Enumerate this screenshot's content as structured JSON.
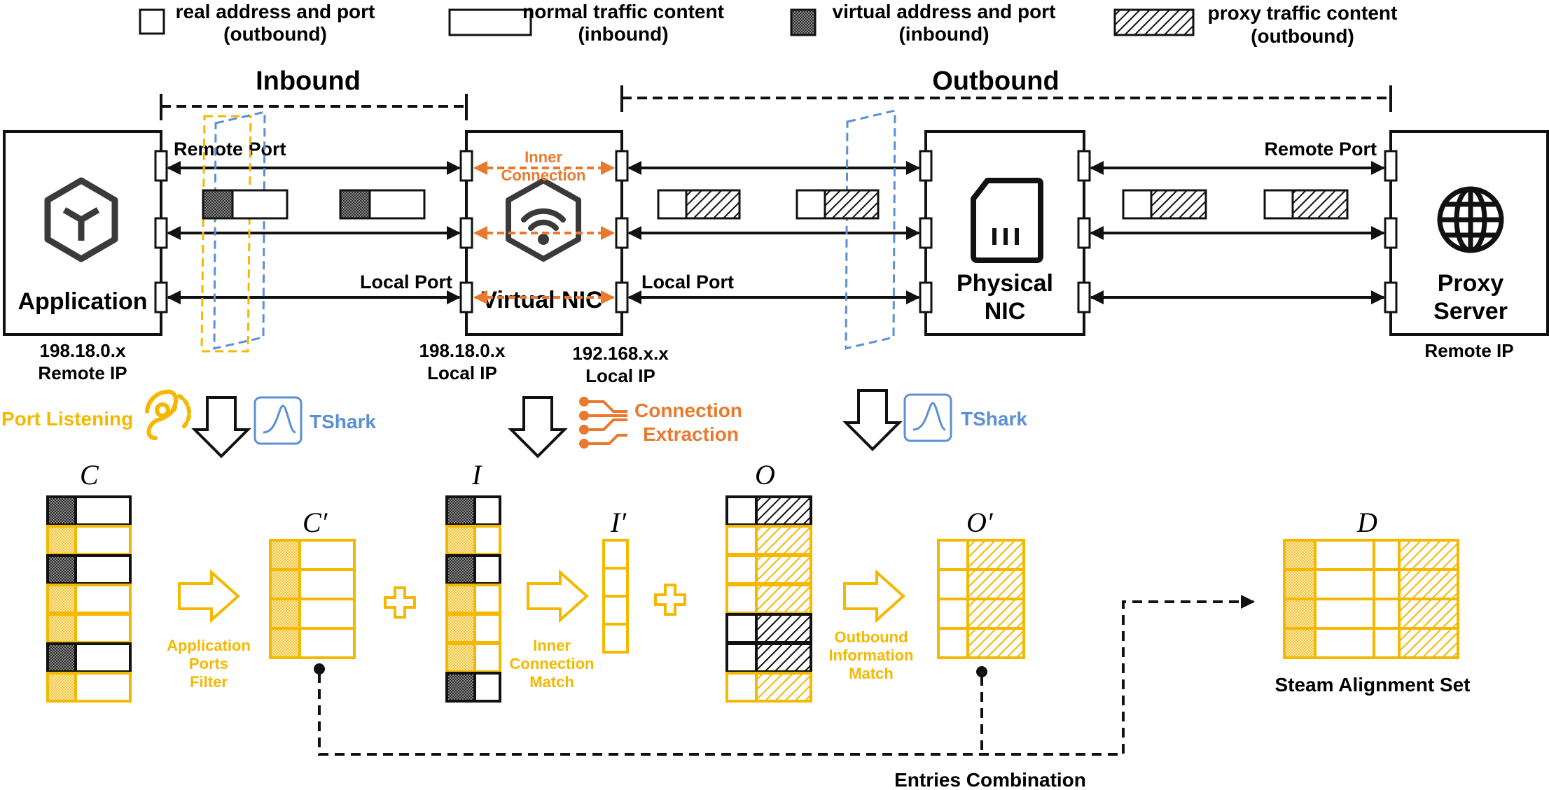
{
  "legend": {
    "real": "real address and port",
    "real_sub": "(outbound)",
    "normal": "normal traffic content",
    "normal_sub": "(inbound)",
    "virtual": "virtual address and port",
    "virtual_sub": "(inbound)",
    "proxy": "proxy traffic content",
    "proxy_sub": "(outbound)"
  },
  "sections": {
    "inbound": "Inbound",
    "outbound": "Outbound"
  },
  "nodes": {
    "application": "Application",
    "virtual_nic": "Virtual NIC",
    "physical_nic_1": "Physical",
    "physical_nic_2": "NIC",
    "proxy_server_1": "Proxy",
    "proxy_server_2": "Server"
  },
  "ports": {
    "remote_port": "Remote Port",
    "local_port": "Local Port",
    "inner_connection_1": "Inner",
    "inner_connection_2": "Connection"
  },
  "ips": {
    "app_ip": "198.18.0.x",
    "app_ip_label": "Remote IP",
    "vnic_ip": "198.18.0.x",
    "vnic_ip_label": "Local IP",
    "pnic_ip": "192.168.x.x",
    "pnic_ip_label": "Local IP",
    "proxy_ip_label": "Remote IP"
  },
  "tools": {
    "port_listening": "Port Listening",
    "tshark": "TShark",
    "connection_extraction_1": "Connection",
    "connection_extraction_2": "Extraction"
  },
  "sets": {
    "c": "C",
    "c_prime": "C′",
    "i": "I",
    "i_prime": "I′",
    "o": "O",
    "o_prime": "O′",
    "d": "D"
  },
  "steps": {
    "app_filter_1": "Application",
    "app_filter_2": "Ports",
    "app_filter_3": "Filter",
    "inner_match_1": "Inner",
    "inner_match_2": "Connection",
    "inner_match_3": "Match",
    "outbound_match_1": "Outbound",
    "outbound_match_2": "Information",
    "outbound_match_3": "Match",
    "entries_combination": "Entries Combination",
    "alignment_set": "Steam Alignment Set"
  },
  "colors": {
    "yellow": "#f5b800",
    "blue": "#5b8fd6",
    "orange": "#e9792e",
    "black": "#111111"
  }
}
